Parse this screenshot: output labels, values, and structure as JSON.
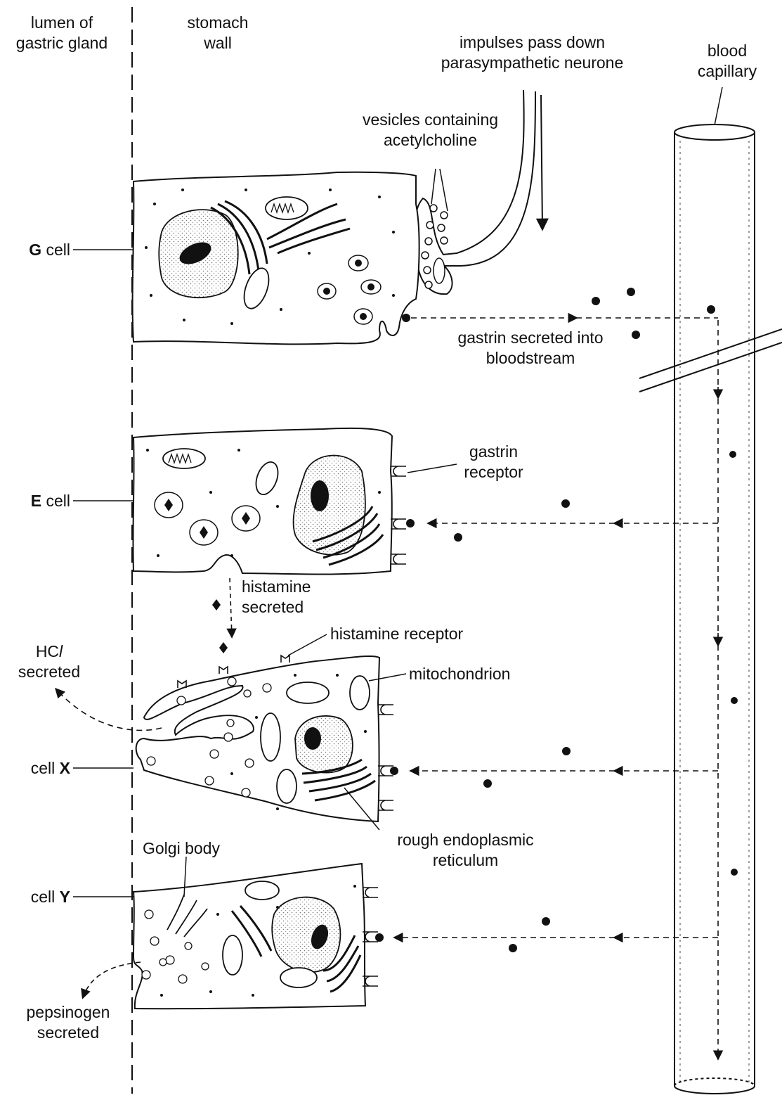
{
  "labels": {
    "lumen": [
      "lumen of",
      "gastric gland"
    ],
    "stomach_wall": [
      "stomach",
      "wall"
    ],
    "impulses": [
      "impulses pass down",
      "parasympathetic neurone"
    ],
    "blood_capillary": [
      "blood",
      "capillary"
    ],
    "vesicles": [
      "vesicles containing",
      "acetylcholine"
    ],
    "g_cell": {
      "letter": "G",
      "word": " cell"
    },
    "e_cell": {
      "letter": "E",
      "word": " cell"
    },
    "cell_x": {
      "word": "cell ",
      "letter": "X"
    },
    "cell_y": {
      "word": "cell ",
      "letter": "Y"
    },
    "gastrin_secreted": [
      "gastrin secreted into",
      "bloodstream"
    ],
    "gastrin_receptor": [
      "gastrin",
      "receptor"
    ],
    "histamine_secreted": [
      "histamine",
      "secreted"
    ],
    "histamine_receptor": "histamine receptor",
    "hcl_secreted": {
      "formula_main": "HC",
      "formula_italic": "l",
      "line2": "secreted"
    },
    "mitochondrion": "mitochondrion",
    "rough_er": [
      "rough endoplasmic",
      "reticulum"
    ],
    "golgi_body": "Golgi body",
    "pepsinogen_secreted": [
      "pepsinogen",
      "secreted"
    ]
  },
  "colors": {
    "ink": "#111111",
    "stipple": "#9a9a9a",
    "background": "#ffffff"
  }
}
